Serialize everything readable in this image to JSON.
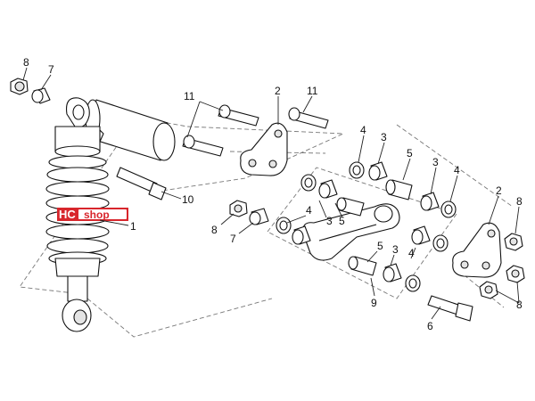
{
  "logo": {
    "brand": "HC",
    "word": "shop"
  },
  "callouts": {
    "c8a": "8",
    "c7a": "7",
    "c11a": "11",
    "c2a": "2",
    "c11b": "11",
    "c4a": "4",
    "c3a": "3",
    "c5a": "5",
    "c3b": "3",
    "c4b": "4",
    "c10": "10",
    "c1": "1",
    "c8b": "8",
    "c7b": "7",
    "c4c": "4",
    "c3c": "3",
    "c5b": "5",
    "c2b": "2",
    "c8c": "8",
    "c5c": "5",
    "c3d": "3",
    "c4d": "4",
    "c9": "9",
    "c6": "6",
    "c8d": "8"
  },
  "colors": {
    "brand_red": "#d8262c",
    "line": "#111111"
  }
}
